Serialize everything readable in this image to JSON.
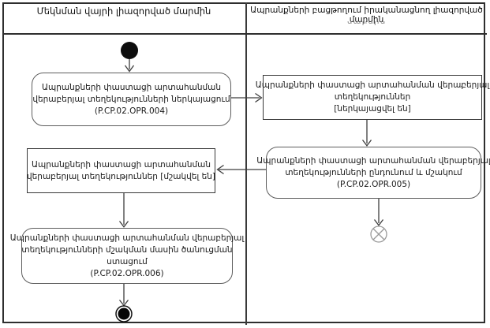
{
  "colors": {
    "line": "#3d3d3d",
    "rounded_border": "#5d5d5d",
    "rect_border": "#383838",
    "text": "#1a1a1a",
    "faded_text": "#8a8a8a",
    "background": "#ffffff"
  },
  "lanes": [
    {
      "title": "Մեկնման վայրի լիազորված մարմին"
    },
    {
      "title": "Ապրանքների բացթողում իրականացնող լիազորված մարմին",
      "clipped_second_line": "մարմին"
    }
  ],
  "activities": [
    {
      "shape": "rounded",
      "lines": [
        "Ապրանքների փաստացի արտահանման",
        "վերաբերյալ տեղեկությունների ներկայացում",
        "(P.CP.02.OPR.004)"
      ]
    },
    {
      "shape": "rect",
      "lines": [
        "Ապրանքների փաստացի արտահանման վերաբերյալ",
        "տեղեկություններ",
        "[ներկայացվել են]"
      ]
    },
    {
      "shape": "rounded",
      "lines": [
        "Ապրանքների փաստացի արտահանման վերաբերյալ",
        "տեղեկությունների ընդունում և մշակում",
        "(P.CP.02.OPR.005)"
      ]
    },
    {
      "shape": "rect",
      "lines": [
        "Ապրանքների փաստացի արտահանման",
        "վերաբերյալ տեղեկություններ [մշակվել են]"
      ]
    },
    {
      "shape": "rounded",
      "lines": [
        "Ապրանքների փաստացի արտահանման վերաբերյալ",
        "տեղեկությունների մշակման մասին ծանուցման",
        "ստացում",
        "(P.CP.02.OPR.006)"
      ]
    }
  ],
  "nodes": {
    "initial": "initial-node",
    "activity_final": "activity-final-node",
    "flow_final": "flow-final-node"
  },
  "artifacts": {
    "stray_mark": ","
  }
}
